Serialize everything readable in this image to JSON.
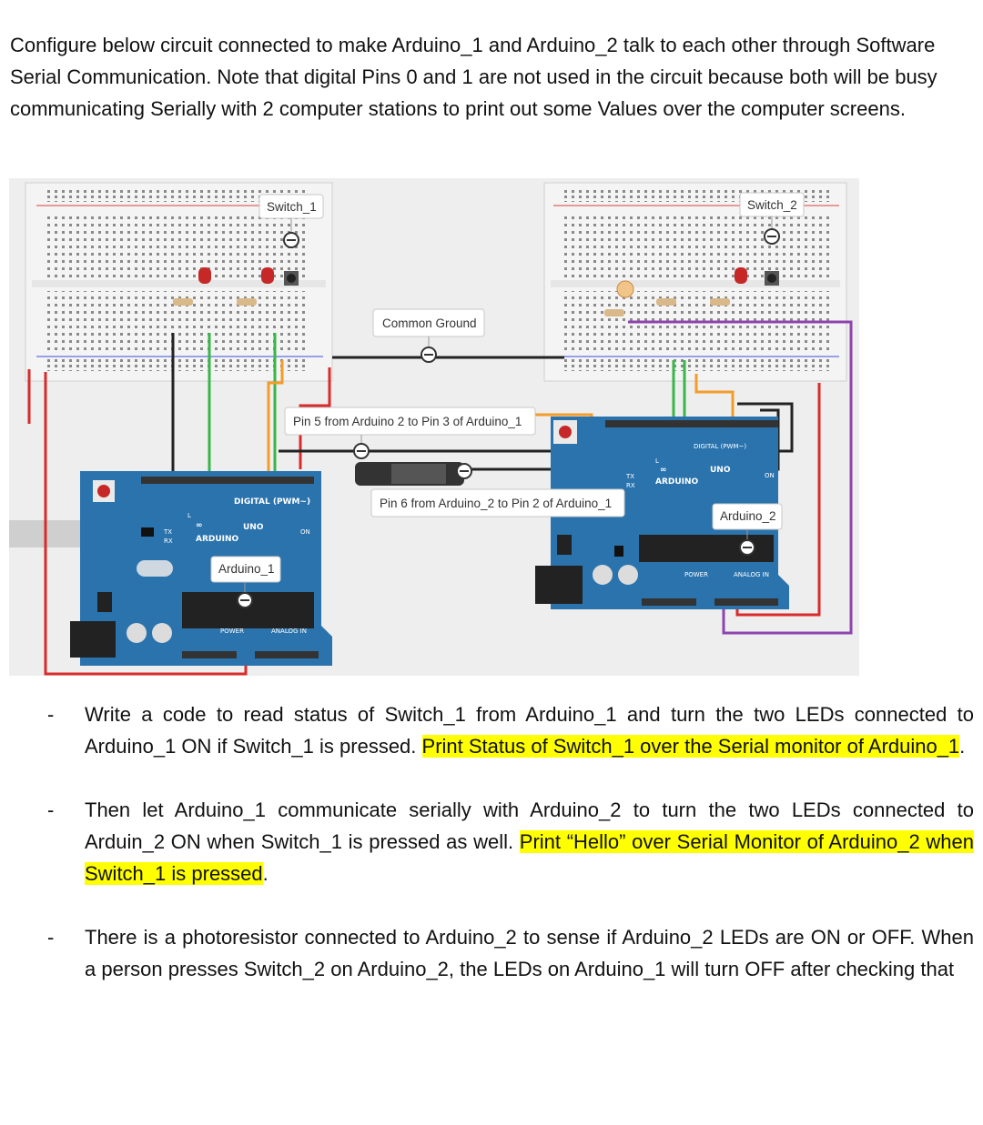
{
  "intro": "Configure below circuit connected to make Arduino_1 and Arduino_2 talk to each other through Software Serial Communication. Note that digital Pins 0 and 1 are not used in the circuit because both will be busy communicating Serially with 2 computer stations to print out some Values over the computer screens.",
  "figure": {
    "labels": {
      "switch_1": "Switch_1",
      "switch_2": "Switch_2",
      "common_ground": "Common Ground",
      "pin5": "Pin 5 from Arduino 2 to Pin 3 of Arduino_1",
      "pin6": "Pin 6 from Arduino_2 to Pin 2 of Arduino_1",
      "arduino_1": "Arduino_1",
      "arduino_2": "Arduino_2"
    },
    "board_text": {
      "uno": "UNO",
      "arduino": "ARDUINO",
      "digital": "DIGITAL (PWM~)",
      "power": "POWER",
      "analog": "ANALOG IN",
      "on": "ON",
      "tx": "TX",
      "rx": "RX",
      "l": "L"
    },
    "colors": {
      "board": "#2a73ad",
      "wire_red": "#d92b2b",
      "wire_green": "#3ab54a",
      "wire_orange": "#f39c2a",
      "wire_black": "#222222",
      "wire_purple": "#8e44ad",
      "led": "#c62828"
    }
  },
  "tasks": [
    {
      "dash": "-",
      "text": "Write a code to read status of Switch_1 from Arduino_1 and turn the two LEDs connected to Arduino_1 ON if Switch_1 is pressed. ",
      "highlight": "Print Status of Switch_1 over the Serial monitor of Arduino_1",
      "tail": "."
    },
    {
      "dash": "-",
      "text": "Then let Arduino_1 communicate serially with Arduino_2 to turn the two LEDs connected to Arduin_2 ON when Switch_1 is pressed as well. ",
      "highlight": "Print “Hello” over Serial Monitor of Arduino_2 when Switch_1 is pressed",
      "tail": "."
    },
    {
      "dash": "-",
      "text": "There is a photoresistor connected to Arduino_2 to sense if Arduino_2 LEDs are ON or OFF. When a person presses Switch_2 on Arduino_2, the LEDs on Arduino_1 will turn OFF after checking that",
      "highlight": "",
      "tail": ""
    }
  ]
}
